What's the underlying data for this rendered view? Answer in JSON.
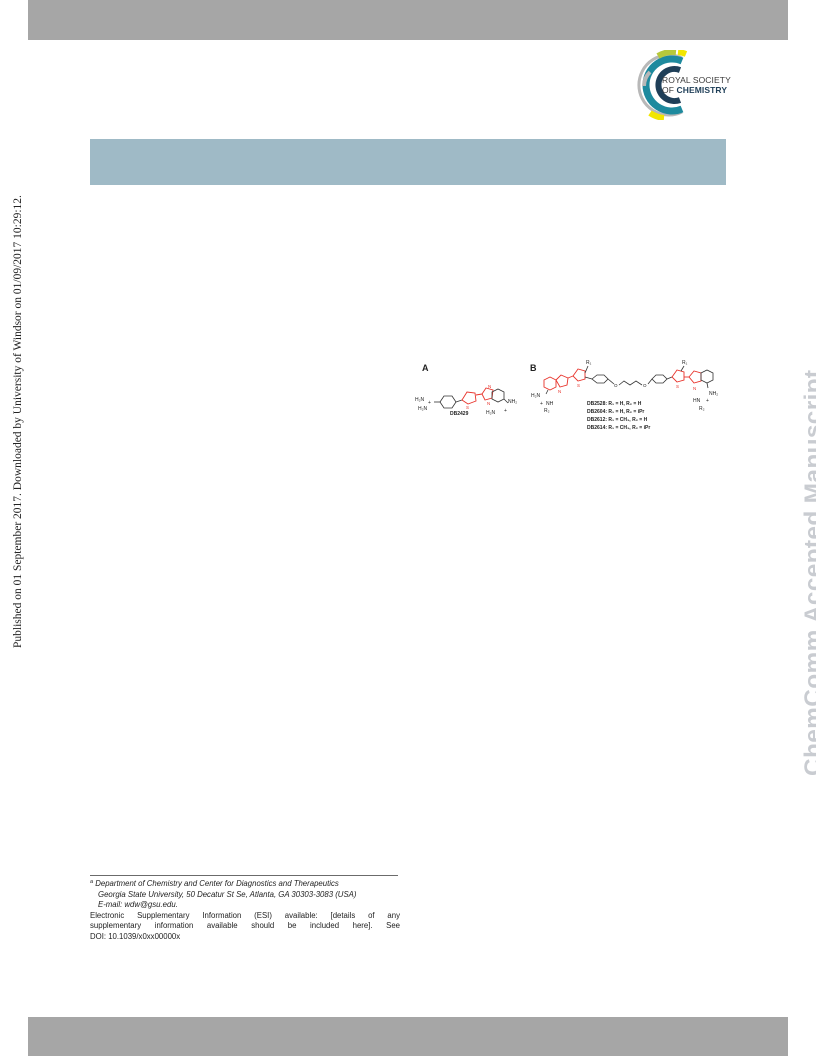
{
  "logo": {
    "line1": "ROYAL SOCIETY",
    "line2": "OF",
    "line3": "CHEMISTRY",
    "colors": {
      "teal": "#1e8a9e",
      "navy": "#1f3f58",
      "lime": "#b7c83b",
      "yellow": "#f2e600",
      "gray": "#b8b8b8"
    }
  },
  "sidebar_left": {
    "text": "Published on 01 September 2017. Downloaded by University of Windsor on 01/09/2017 10:29:12."
  },
  "sidebar_right": {
    "text": "ChemComm Accepted Manuscript"
  },
  "figure": {
    "panel_a_label": "A",
    "panel_b_label": "B",
    "compound_a": "DB2429",
    "a_labels": {
      "h2n_top": "H₂N",
      "h2n_bottom": "H₂N",
      "plus": "+",
      "nh2_right": "NH₂",
      "h2n_right": "H₂N",
      "s": "S",
      "n1": "N",
      "n2": "N"
    },
    "b_labels": {
      "r1_left": "R₁",
      "r1_right": "R₁",
      "h2n_left": "H₂N",
      "nh": "NH",
      "r2_left": "R₂",
      "nh2_right": "NH₂",
      "hn_right": "HN",
      "r2_right": "R₂",
      "plus": "+",
      "o": "O",
      "s": "S",
      "n": "N"
    },
    "compounds_b": [
      "DB2528: R₁ = H, R₂ = H",
      "DB2604: R₁ = H, R₂ = iPr",
      "DB2612: R₁ = CH₃, R₂ = H",
      "DB2614: R₁ = CH₃, R₂ = iPr"
    ],
    "colors": {
      "core": "#e8332b",
      "frame": "#333333"
    }
  },
  "footnote": {
    "affil_marker": "a",
    "affil_line1": "Department of Chemistry and Center for Diagnostics and Therapeutics",
    "affil_line2": "Georgia State University, 50 Decatur St Se, Atlanta, GA 30303-3083 (USA)",
    "affil_line3": "E-mail: wdw@gsu.edu.",
    "esi_line1": "Electronic Supplementary Information (ESI) available: [details of any",
    "esi_line2": "supplementary information available should be included here]. See",
    "esi_line3": "DOI: 10.1039/x0xx00000x"
  }
}
